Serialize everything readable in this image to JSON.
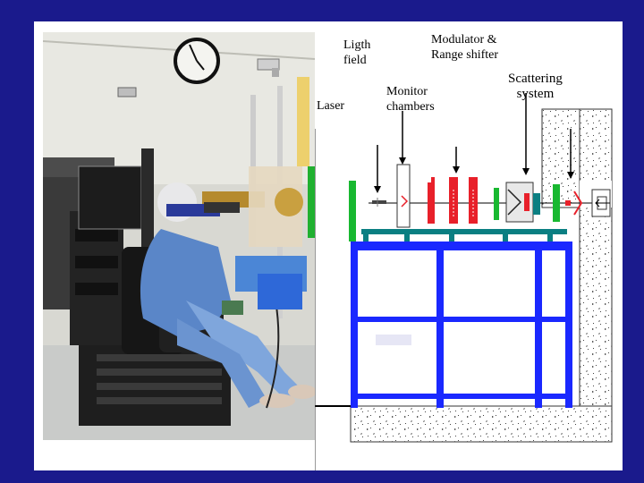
{
  "labels": {
    "light_field": "Ligth\nfield",
    "modulator": "Modulator &\nRange shifter",
    "laser": "Laser",
    "monitor": "Monitor\nchambers",
    "scattering": "Scattering\nsystem"
  },
  "colors": {
    "frame": "#1a1a8c",
    "steel": "#1a28ff",
    "chamber_red": "#e8202a",
    "element_green": "#18b830",
    "rail_teal": "#0a7f82",
    "concrete_dot": "#2a2a2a"
  }
}
